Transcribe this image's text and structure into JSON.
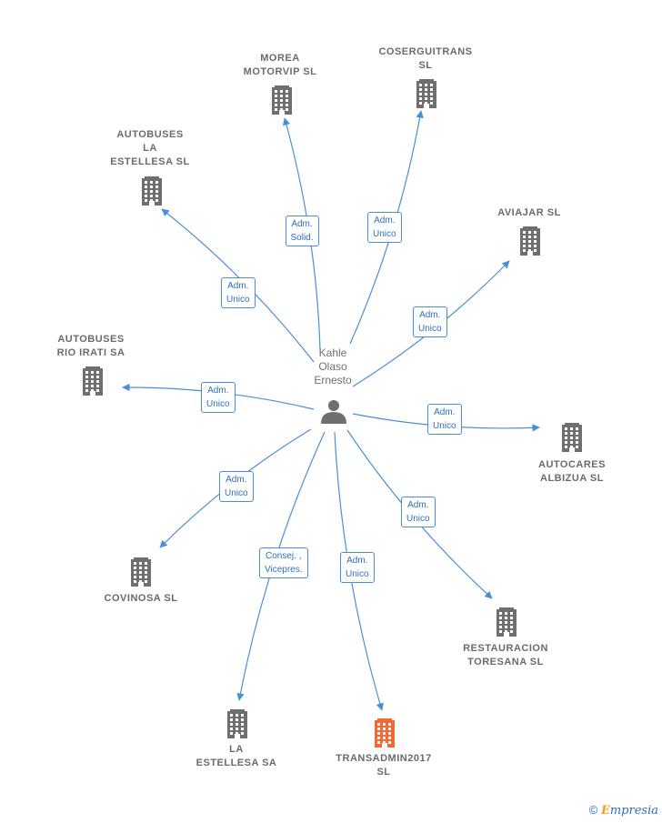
{
  "center_person": {
    "name": "Kahle\nOlaso\nErnesto",
    "icon": "person-icon"
  },
  "companies": [
    {
      "id": "morea",
      "name": "MOREA\nMOTORVIP SL",
      "role": "Adm.\nSolid.",
      "highlight": false
    },
    {
      "id": "coserguitrans",
      "name": "COSERGUITRANS\nSL",
      "role": "Adm.\nUnico",
      "highlight": false
    },
    {
      "id": "autobuses-la-estellesa",
      "name": "AUTOBUSES\nLA\nESTELLESA  SL",
      "role": "Adm.\nUnico",
      "highlight": false
    },
    {
      "id": "aviajar",
      "name": "AVIAJAR  SL",
      "role": "Adm.\nUnico",
      "highlight": false
    },
    {
      "id": "autobuses-rio-irati",
      "name": "AUTOBUSES\nRIO IRATI SA",
      "role": "Adm.\nUnico",
      "highlight": false
    },
    {
      "id": "autocares-albizua",
      "name": "AUTOCARES\nALBIZUA  SL",
      "role": "Adm.\nUnico",
      "highlight": false
    },
    {
      "id": "covinosa",
      "name": "COVINOSA  SL",
      "role": "Adm.\nUnico",
      "highlight": false
    },
    {
      "id": "restauracion-toresana",
      "name": "RESTAURACION\nTORESANA SL",
      "role": "Adm.\nUnico",
      "highlight": false
    },
    {
      "id": "la-estellesa",
      "name": "LA\nESTELLESA SA",
      "role": "Consej. ,\nVicepres.",
      "highlight": false
    },
    {
      "id": "transadmin2017",
      "name": "TRANSADMIN2017\nSL",
      "role": "Adm.\nUnico",
      "highlight": true
    }
  ],
  "colors": {
    "edge": "#4a8fd6",
    "building": "#6f6f6f",
    "building_highlight": "#f06a35",
    "person": "#6f6f6f"
  },
  "watermark": {
    "symbol": "©",
    "brand_initial": "E",
    "brand_rest": "mpresia"
  }
}
